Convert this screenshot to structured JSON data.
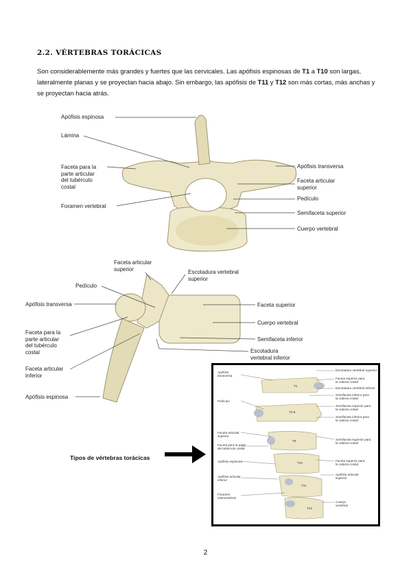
{
  "heading": "2.2. VÉRTEBRAS TORÁCICAS",
  "intro": {
    "p1": "Son considerablemente más grandes y fuertes que las cervicales. Las apófisis espinosas de ",
    "t1": "T1",
    "a": " a ",
    "t10": "T10",
    "p2": " son largas, lateralmente planas y se proyectan hacia abajo. Sin embargo, las apófisis de ",
    "t11": "T11",
    "y": " y ",
    "t12": "T12",
    "p3": " son más cortas, más anchas y se proyectan hacia atrás."
  },
  "superior_view": {
    "apofisis_espinosa": "Apófisis espinosa",
    "lamina": "Lámina",
    "faceta_tuberculo": [
      "Faceta para la",
      "parte articular",
      "del tubérculo",
      "costal"
    ],
    "foramen": "Foramen vertebral",
    "apofisis_transversa": "Apófisis transversa",
    "faceta_superior": [
      "Faceta articular",
      "superior"
    ],
    "pediculo": "Pedículo",
    "semifaceta_superior": "Semifaceta superior",
    "cuerpo": "Cuerpo vertebral"
  },
  "lateral_view": {
    "faceta_articular_superior": [
      "Faceta articular",
      "superior"
    ],
    "escotadura_superior": [
      "Escotadura vertebral",
      "superior"
    ],
    "pediculo": "Pedículo",
    "apofisis_transversa": "Apófisis transversa",
    "faceta_superior": "Faceta superior",
    "cuerpo": "Cuerpo vertebral",
    "faceta_tuberculo": [
      "Faceta para la",
      "parte articular",
      "del tubérculo",
      "costal"
    ],
    "semifaceta_inferior": "Semifaceta inferior",
    "escotadura_inferior": [
      "Escotadura",
      "vertebral inferior"
    ],
    "faceta_articular_inferior": [
      "Faceta articular",
      "inferior"
    ],
    "apofisis_espinosa": "Apófisis espinosa"
  },
  "inset": {
    "left": {
      "a": [
        "Apófisis",
        "transversa"
      ],
      "b": "Pedículo",
      "c": [
        "Faceta articular",
        "superior"
      ],
      "d": [
        "Faceta para la parte",
        "del tubérculo costal"
      ],
      "e": "Apófisis espinosa",
      "f": [
        "Apófisis articular",
        "inferior"
      ],
      "g": [
        "Foramen",
        "intervertebral"
      ]
    },
    "right": {
      "a": "Escotadura vertebral superior",
      "b": [
        "Faceta superior para",
        "la cabeza costal"
      ],
      "c": "Escotadura vertebral inferior",
      "d": [
        "Semifaceta inferior para",
        "la cabeza costal"
      ],
      "e": [
        "Semifaceta superior para",
        "la cabeza costal"
      ],
      "f": [
        "Semifaceta inferior para",
        "la cabeza costal"
      ],
      "g": [
        "Semifaceta superior para",
        "la cabeza costal"
      ],
      "h": [
        "Faceta superior para",
        "la cabeza costal"
      ],
      "i": [
        "Apófisis articular",
        "superior"
      ],
      "j": [
        "Cuerpo",
        "vertebral"
      ]
    },
    "tags": [
      "T1",
      "T2-8",
      "T9",
      "T10",
      "T11",
      "T12"
    ]
  },
  "tipos": "Tipos de vértebras torácicas",
  "page_number": "2"
}
